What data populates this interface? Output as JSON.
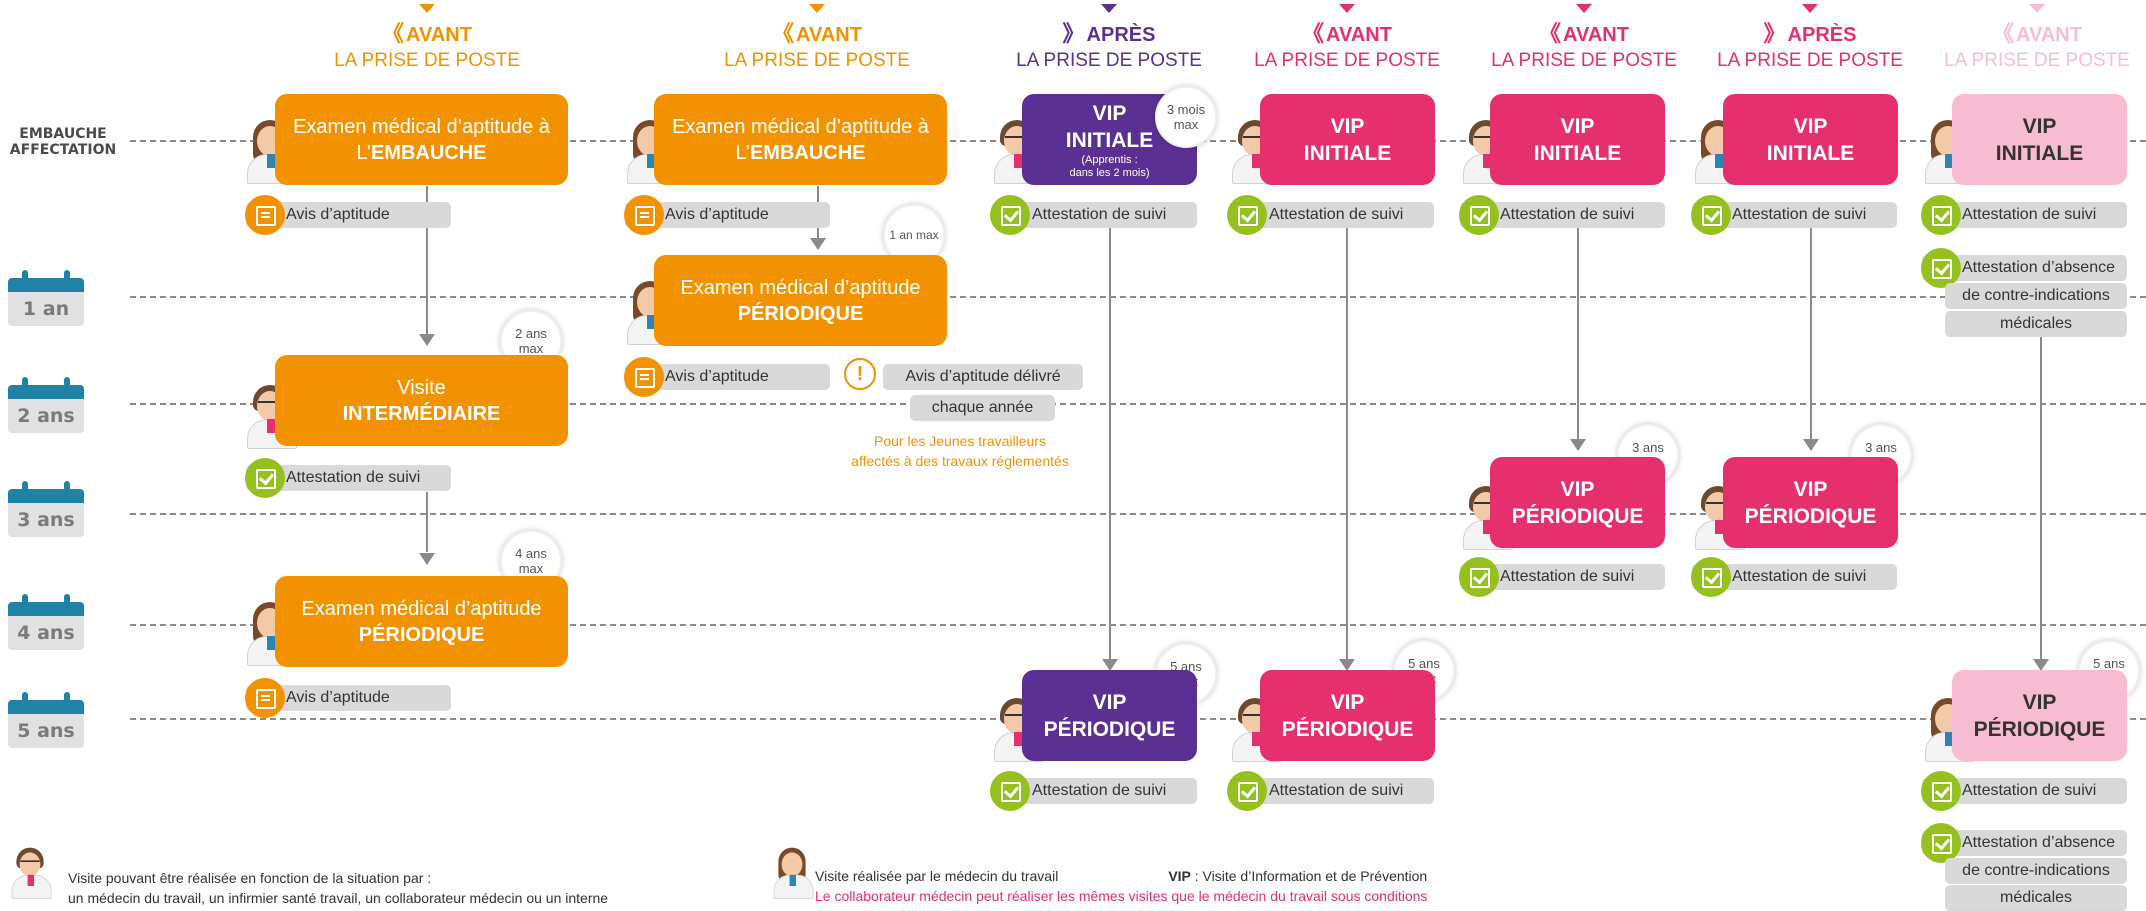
{
  "rows": {
    "embauche": "EMBAUCHE\nAFFECTATION",
    "y1": "1 an",
    "y2": "2 ans",
    "y3": "3 ans",
    "y4": "4 ans",
    "y5": "5 ans"
  },
  "headers": [
    {
      "chevron": "《",
      "label": "AVANT",
      "sub": "LA PRISE DE POSTE",
      "color": "#f39200"
    },
    {
      "chevron": "《",
      "label": "AVANT",
      "sub": "LA PRISE DE POSTE",
      "color": "#f39200"
    },
    {
      "chevron": "》",
      "label": "APRÈS",
      "sub": "LA PRISE DE POSTE",
      "color": "#5a3192"
    },
    {
      "chevron": "《",
      "label": "AVANT",
      "sub": "LA PRISE DE POSTE",
      "color": "#e5306d"
    },
    {
      "chevron": "《",
      "label": "AVANT",
      "sub": "LA PRISE DE POSTE",
      "color": "#e5306d"
    },
    {
      "chevron": "》",
      "label": "APRÈS",
      "sub": "LA PRISE DE POSTE",
      "color": "#e5306d"
    },
    {
      "chevron": "《",
      "label": "AVANT",
      "sub": "LA PRISE DE POSTE",
      "color": "#f7bcd1"
    }
  ],
  "col1": {
    "box1_l1": "Examen médical d’aptitude à",
    "box1_l2a": "L’",
    "box1_l2b": "EMBAUCHE",
    "pill1": "Avis d’aptitude",
    "badge2": "2 ans\nmax",
    "box2_l1": "Visite",
    "box2_l2": "INTERMÉDIAIRE",
    "pill2": "Attestation de suivi",
    "badge3": "4 ans\nmax",
    "box3_l1": "Examen médical d’aptitude",
    "box3_l2": "PÉRIODIQUE",
    "pill3": "Avis d’aptitude"
  },
  "col2": {
    "box1_l1": "Examen médical d’aptitude à",
    "box1_l2a": "L’",
    "box1_l2b": "EMBAUCHE",
    "pill1": "Avis d’aptitude",
    "badge2": "1 an max",
    "box2_l1": "Examen médical d’aptitude",
    "box2_l2": "PÉRIODIQUE",
    "pill2": "Avis d’aptitude",
    "warn": "!",
    "warn_l1": "Avis d’aptitude délivré",
    "warn_l2": "chaque année",
    "note": "Pour les Jeunes travailleurs\naffectés à des travaux réglementés"
  },
  "col3": {
    "box1_l1": "VIP",
    "box1_l2": "INITIALE",
    "box1_sub": "(Apprentis :\ndans les 2 mois)",
    "badge1": "3 mois\nmax",
    "pill1": "Attestation de suivi",
    "badge2": "5 ans\nmax",
    "box2_l1": "VIP",
    "box2_l2": "PÉRIODIQUE",
    "pill2": "Attestation de suivi"
  },
  "col4": {
    "box1_l1": "VIP",
    "box1_l2": "INITIALE",
    "pill1": "Attestation de suivi",
    "badge2": "5 ans\nmax",
    "box2_l1": "VIP",
    "box2_l2": "PÉRIODIQUE",
    "pill2": "Attestation de suivi"
  },
  "col5": {
    "box1_l1": "VIP",
    "box1_l2": "INITIALE",
    "pill1": "Attestation de suivi",
    "badge2": "3 ans\nmax",
    "box2_l1": "VIP",
    "box2_l2": "PÉRIODIQUE",
    "pill2": "Attestation de suivi"
  },
  "col6": {
    "box1_l1": "VIP",
    "box1_l2": "INITIALE",
    "pill1": "Attestation de suivi",
    "badge2": "3 ans\nmax",
    "box2_l1": "VIP",
    "box2_l2": "PÉRIODIQUE",
    "pill2": "Attestation de suivi"
  },
  "col7": {
    "box1_l1": "VIP",
    "box1_l2": "INITIALE",
    "pill1": "Attestation de suivi",
    "abs1_l1": "Attestation d’absence",
    "abs1_l2": "de contre-indications",
    "abs1_l3": "médicales",
    "badge2": "5 ans\nmax",
    "box2_l1": "VIP",
    "box2_l2": "PÉRIODIQUE",
    "pill2": "Attestation de suivi",
    "abs2_l1": "Attestation d’absence",
    "abs2_l2": "de contre-indications",
    "abs2_l3": "médicales"
  },
  "legend": {
    "a_l1": "Visite pouvant être réalisée en fonction de la situation par :",
    "a_l2": "un médecin du travail, un infirmier santé travail, un collaborateur médecin ou un interne",
    "b_l1": "Visite réalisée par le médecin du travail",
    "b_vip": "VIP",
    "b_vip_def": " : Visite d’Information et de Prévention",
    "b_l2": "Le collaborateur médecin peut réaliser les mêmes visites que le médecin du travail sous conditions"
  },
  "colors": {
    "orange": "#f39200",
    "purple": "#5a3192",
    "pink": "#e5306d",
    "lightpink": "#f7bcd1",
    "green": "#95c11f",
    "teal": "#1f82a6"
  }
}
